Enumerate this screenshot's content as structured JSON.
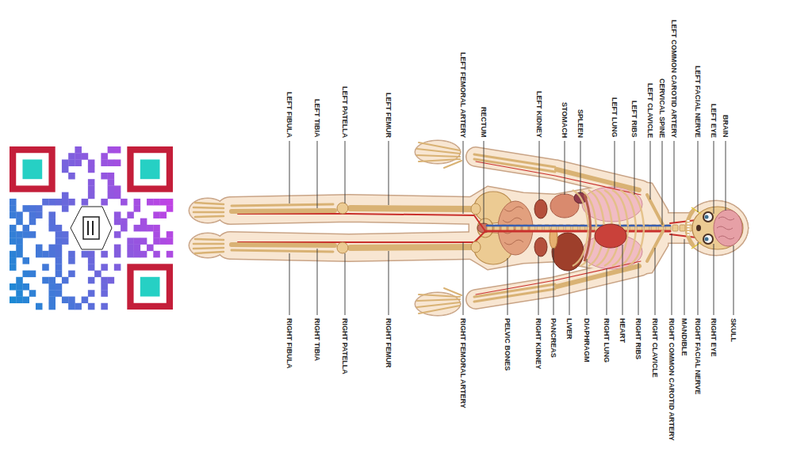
{
  "diagram": {
    "labels": [
      "BRAIN",
      "LEFT EYE",
      "LEFT FACIAL NERVE",
      "LEFT COMMON CAROTID ARTERY",
      "CERVICAL SPINE",
      "LEFT CLAVICLE",
      "LEFT RIBS",
      "LEFT LUNG",
      "SPLEEN",
      "STOMACH",
      "LEFT KIDNEY",
      "RECTUM",
      "LEFT FEMORAL ARTERY",
      "LEFT FEMUR",
      "LEFT PATELLA",
      "LEFT TIBIA",
      "LEFT FIBULA",
      "SKULL",
      "RIGHT EYE",
      "RIGHT FACIAL NERVE",
      "MANDIBLE",
      "RIGHT COMMON CAROTID ARTERY",
      "RIGHT CLAVICLE",
      "RIGHT RIBS",
      "HEART",
      "RIGHT LUNG",
      "DIAPHRAGM",
      "LIVER",
      "PANCREAS",
      "RIGHT KIDNEY",
      "PELVIC BONES",
      "RIGHT FEMORAL ARTERY",
      "RIGHT FEMUR",
      "RIGHT PATELLA",
      "RIGHT TIBIA",
      "RIGHT FIBULA"
    ]
  }
}
